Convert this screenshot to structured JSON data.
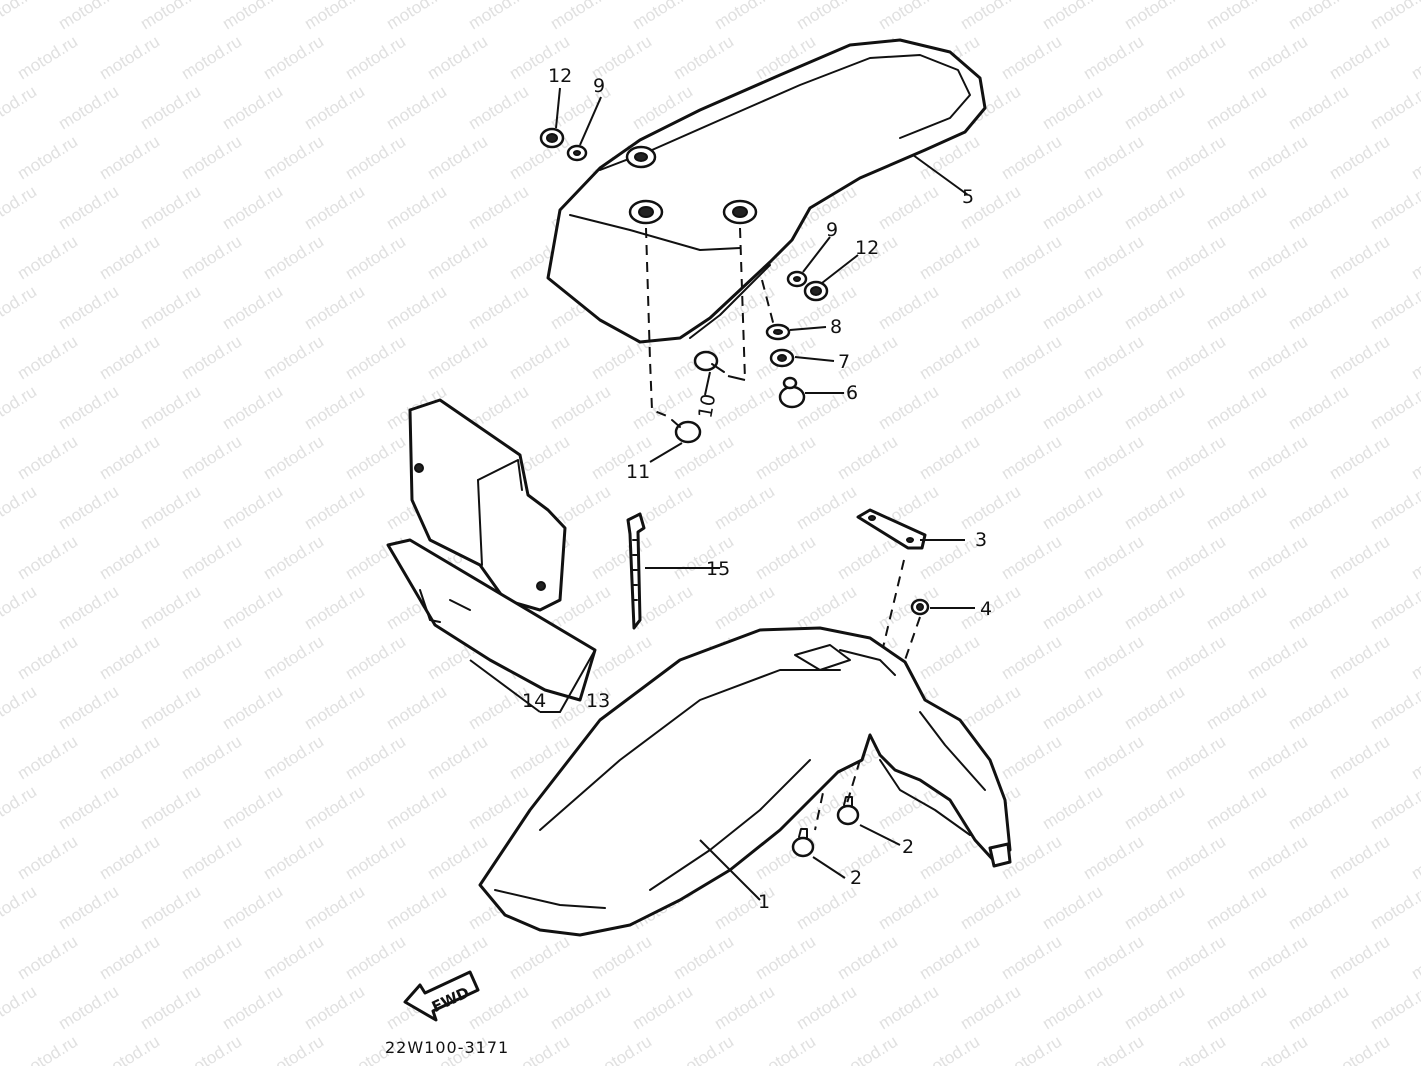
{
  "watermark": {
    "text": "motod.ru"
  },
  "diagram_code": "22W100-3171",
  "direction_marker": {
    "label": "FWD"
  },
  "callouts": [
    {
      "id": "c1",
      "label": "1"
    },
    {
      "id": "c2a",
      "label": "2"
    },
    {
      "id": "c2b",
      "label": "2"
    },
    {
      "id": "c3",
      "label": "3"
    },
    {
      "id": "c4",
      "label": "4"
    },
    {
      "id": "c5",
      "label": "5"
    },
    {
      "id": "c6",
      "label": "6"
    },
    {
      "id": "c7",
      "label": "7"
    },
    {
      "id": "c8",
      "label": "8"
    },
    {
      "id": "c9a",
      "label": "9"
    },
    {
      "id": "c9b",
      "label": "9"
    },
    {
      "id": "c10",
      "label": "10"
    },
    {
      "id": "c11",
      "label": "11"
    },
    {
      "id": "c12a",
      "label": "12"
    },
    {
      "id": "c12b",
      "label": "12"
    },
    {
      "id": "c13",
      "label": "13"
    },
    {
      "id": "c14",
      "label": "14"
    },
    {
      "id": "c15",
      "label": "15"
    }
  ],
  "colors": {
    "ink": "#111111",
    "background": "#ffffff",
    "watermark": "#c8c8c8"
  }
}
